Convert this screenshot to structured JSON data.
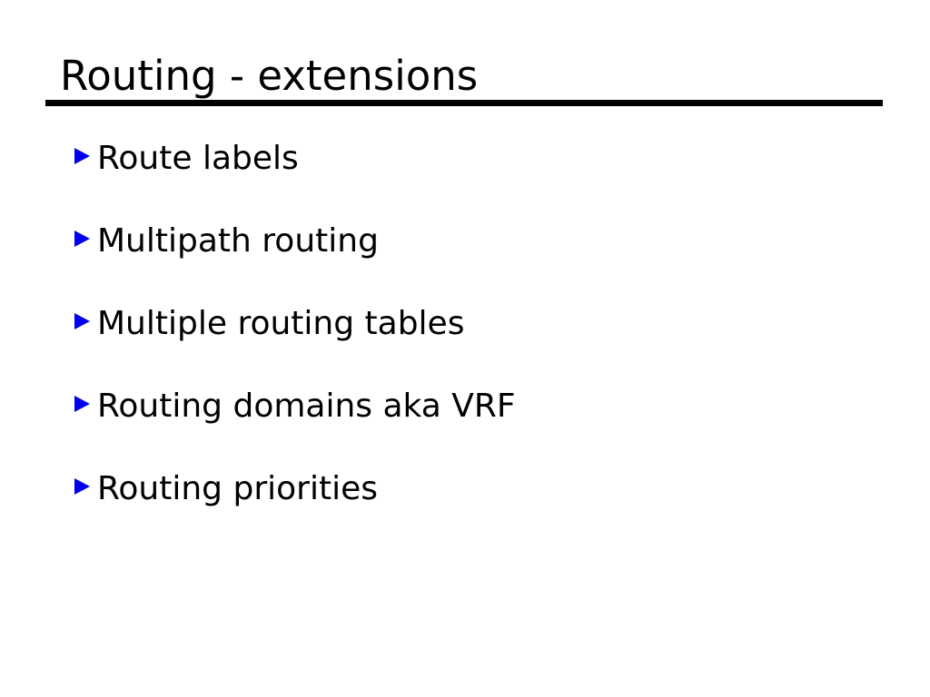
{
  "slide": {
    "title": "Routing - extensions",
    "bullets": [
      {
        "label": "Route labels"
      },
      {
        "label": "Multipath routing"
      },
      {
        "label": "Multiple routing tables"
      },
      {
        "label": "Routing domains aka VRF"
      },
      {
        "label": "Routing priorities"
      }
    ],
    "colors": {
      "background": "#ffffff",
      "title_text": "#000000",
      "body_text": "#000000",
      "rule": "#000000",
      "bullet_accent": "#0000ee"
    }
  }
}
